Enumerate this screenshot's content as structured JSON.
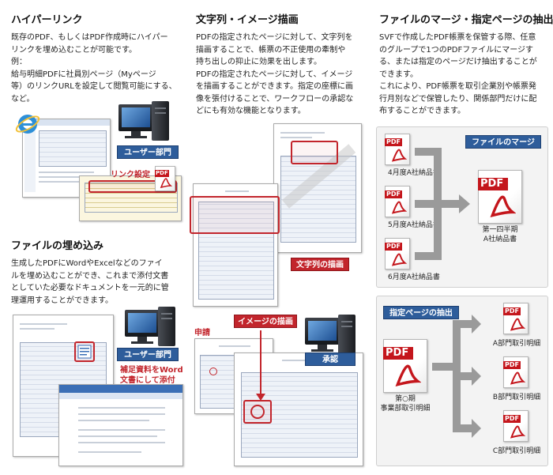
{
  "sections": {
    "hyperlink": {
      "title": "ハイパーリンク",
      "lines": [
        "既存のPDF、もしくはPDF作成時にハイパー",
        "リンクを埋め込むことが可能です。",
        "例：",
        "給与明細PDFに社員別ページ（Myページ",
        "等）のリンクURLを設定して閲覧可能にする、",
        "など。"
      ],
      "user_label": "ユーザー部門",
      "link_label": "リンク設定",
      "pdf_badge": "PDF"
    },
    "embed": {
      "title": "ファイルの埋め込み",
      "lines": [
        "生成したPDFにWordやExcelなどのファイ",
        "ルを埋め込むことができ、これまで添付文書",
        "としていた必要なドキュメントを一元的に管",
        "理運用することができます。"
      ],
      "user_label": "ユーザー部門",
      "note_lines": [
        "補足資料をWord",
        "文書にして添付"
      ]
    },
    "text_image": {
      "title": "文字列・イメージ描画",
      "lines": [
        "PDFの指定されたページに対して、文字列を",
        "描画することで、帳票の不正使用の牽制や",
        "持ち出しの抑止に効果を出します。",
        "PDFの指定されたページに対して、イメージ",
        "を描画することができます。指定の座標に画",
        "像を張付けることで、ワークフローの承認な",
        "どにも有効な機能となります。"
      ],
      "text_draw_label": "文字列の描画",
      "image_draw_label": "イメージの描画",
      "request_label": "申請",
      "approve_label": "承認"
    },
    "merge": {
      "title": "ファイルのマージ・指定ページの抽出",
      "lines": [
        "SVFで作成したPDF帳票を保管する際、任意",
        "のグループで1つのPDFファイルにマージす",
        "る、または指定のページだけ抽出することが",
        "できます。",
        "これにより、PDF帳票を取引企業別や帳票発",
        "行月別などで保管したり、関係部門だけに配",
        "布することができます。"
      ],
      "merge_panel_label": "ファイルのマージ",
      "merge_inputs": [
        "4月度A社納品書",
        "5月度A社納品書",
        "6月度A社納品書"
      ],
      "merge_output_lines": [
        "第一四半期",
        "A社納品書"
      ],
      "extract_panel_label": "指定ページの抽出",
      "extract_source_lines": [
        "第○期",
        "事業部取引明細"
      ],
      "extract_outputs": [
        "A部門取引明細",
        "B部門取引明細",
        "C部門取引明細"
      ]
    }
  },
  "icons": [
    "internet-explorer-icon",
    "computer-icon",
    "pdf-file-icon",
    "word-document-icon",
    "arrow-icon"
  ],
  "colors": {
    "accent_blue": "#2e5d9b",
    "accent_red": "#c2252c",
    "pdf_red": "#c4161c",
    "panel_bg": "#f3f3f3"
  }
}
